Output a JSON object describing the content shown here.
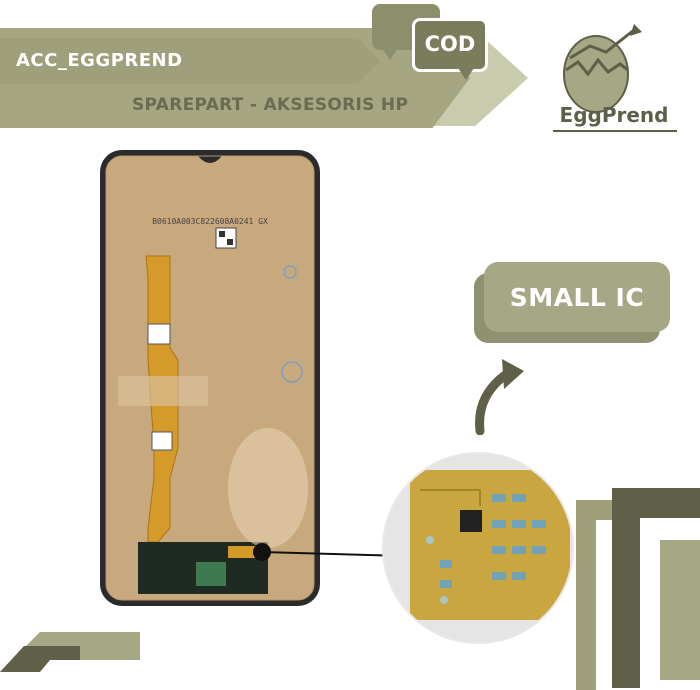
{
  "header": {
    "shop_name": "ACC_EGGPREND",
    "tagline": "SPAREPART - AKSESORIS HP",
    "cod_badge": "COD"
  },
  "logo": {
    "brand_name": "EggPrend"
  },
  "product": {
    "phone_serial": "B0610A003C822608A0241 GX",
    "feature_label": "SMALL IC"
  },
  "colors": {
    "olive_light": "#c9cbad",
    "olive_mid": "#a6a784",
    "olive_dark": "#5f6047",
    "flex_cable": "#d49a2a",
    "screen_back": "#c8a97e"
  }
}
